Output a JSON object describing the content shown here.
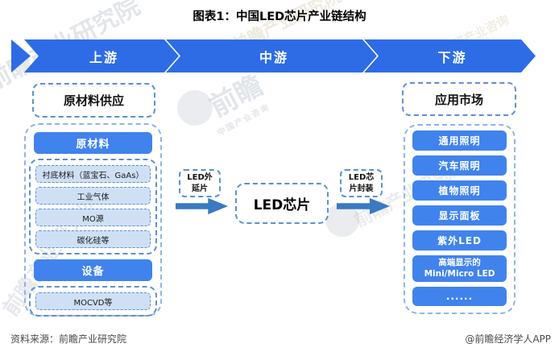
{
  "title": "图表1：中国LED芯片产业链结构",
  "banner": {
    "upstream": "上游",
    "midstream": "中游",
    "downstream": "下游"
  },
  "upstream": {
    "header": "原材料供应",
    "materials_label": "原材料",
    "materials_items": [
      "衬底材料（蓝宝石、GaAs）",
      "工业气体",
      "MO源",
      "碳化硅等"
    ],
    "equipment_label": "设备",
    "equipment_items": [
      "MOCVD等"
    ]
  },
  "midstream": {
    "input_label": "LED外\n延片",
    "core_label": "LED芯片",
    "output_label": "LED芯\n片封装"
  },
  "downstream": {
    "header": "应用市场",
    "items": [
      "通用照明",
      "汽车照明",
      "植物照明",
      "显示面板",
      "紫外LED",
      "高端显示的\nMini/Micro LED",
      "......"
    ]
  },
  "footer": {
    "source": "资料来源：前瞻产业研究院",
    "brand": "@前瞻经济学人APP"
  },
  "watermarks": {
    "brand": "前瞻",
    "tagline": "中国产业咨询",
    "company": "前瞻产业研究院"
  },
  "colors": {
    "banner_blue": "#2e6ce6",
    "button_blue": "#4183ec",
    "item_bg": "#cfe0f5",
    "item_border": "#5b90d6",
    "arrow_blue": "#3a7ac2",
    "dash_blue": "#5d8fd6",
    "dash_light": "#8fb3ec"
  }
}
